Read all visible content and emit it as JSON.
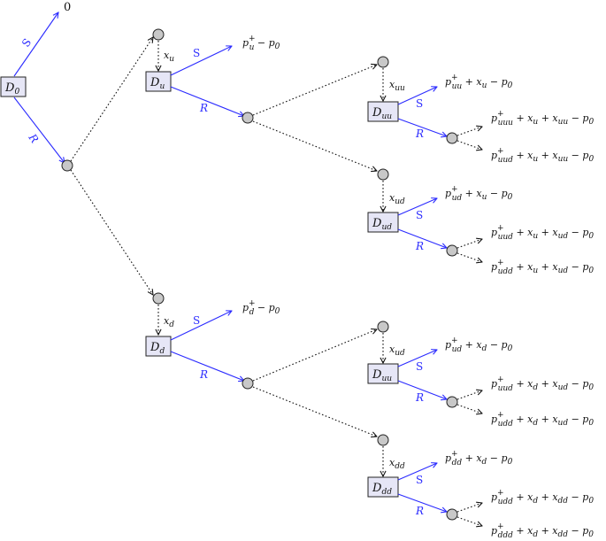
{
  "root_payoff": "0",
  "labels": {
    "stop": "S",
    "run": "R"
  },
  "decisions": {
    "D0": {
      "main": "D",
      "sub": "0"
    },
    "Du": {
      "main": "D",
      "sub": "u"
    },
    "Dd": {
      "main": "D",
      "sub": "d"
    },
    "Duu": {
      "main": "D",
      "sub": "uu"
    },
    "Dud": {
      "main": "D",
      "sub": "ud"
    },
    "Duu2": {
      "main": "D",
      "sub": "uu"
    },
    "Ddd": {
      "main": "D",
      "sub": "dd"
    }
  },
  "x_labels": {
    "xu": {
      "main": "x",
      "sub": "u"
    },
    "xd": {
      "main": "x",
      "sub": "d"
    },
    "xuu": {
      "main": "x",
      "sub": "uu"
    },
    "xud": {
      "main": "x",
      "sub": "ud"
    },
    "xud2": {
      "main": "x",
      "sub": "ud"
    },
    "xdd": {
      "main": "x",
      "sub": "dd"
    }
  },
  "payoffs": {
    "pu": "p_u^+ − p_0",
    "pd": "p_d^+ − p_0",
    "puu": "p_uu^+ + x_u − p_0",
    "puuu": "p_uuu^+ + x_u + x_uu − p_0",
    "puud1": "p_uud^+ + x_u + x_uu − p_0",
    "pud": "p_ud^+ + x_u − p_0",
    "puud2": "p_uud^+ + x_u + x_ud − p_0",
    "pudd1": "p_udd^+ + x_u + x_ud − p_0",
    "pud2": "p_ud^+ + x_d − p_0",
    "puud3": "p_uud^+ + x_d + x_ud − p_0",
    "pudd2": "p_udd^+ + x_d + x_ud − p_0",
    "pdd": "p_dd^+ + x_d − p_0",
    "pudd3": "p_udd^+ + x_d + x_dd − p_0",
    "pddd": "p_ddd^+ + x_d + x_dd − p_0"
  },
  "colors": {
    "edge_blue": "#2b2bff",
    "box_fill": "#e6e6f6",
    "chance_fill": "#c8c8c8"
  }
}
